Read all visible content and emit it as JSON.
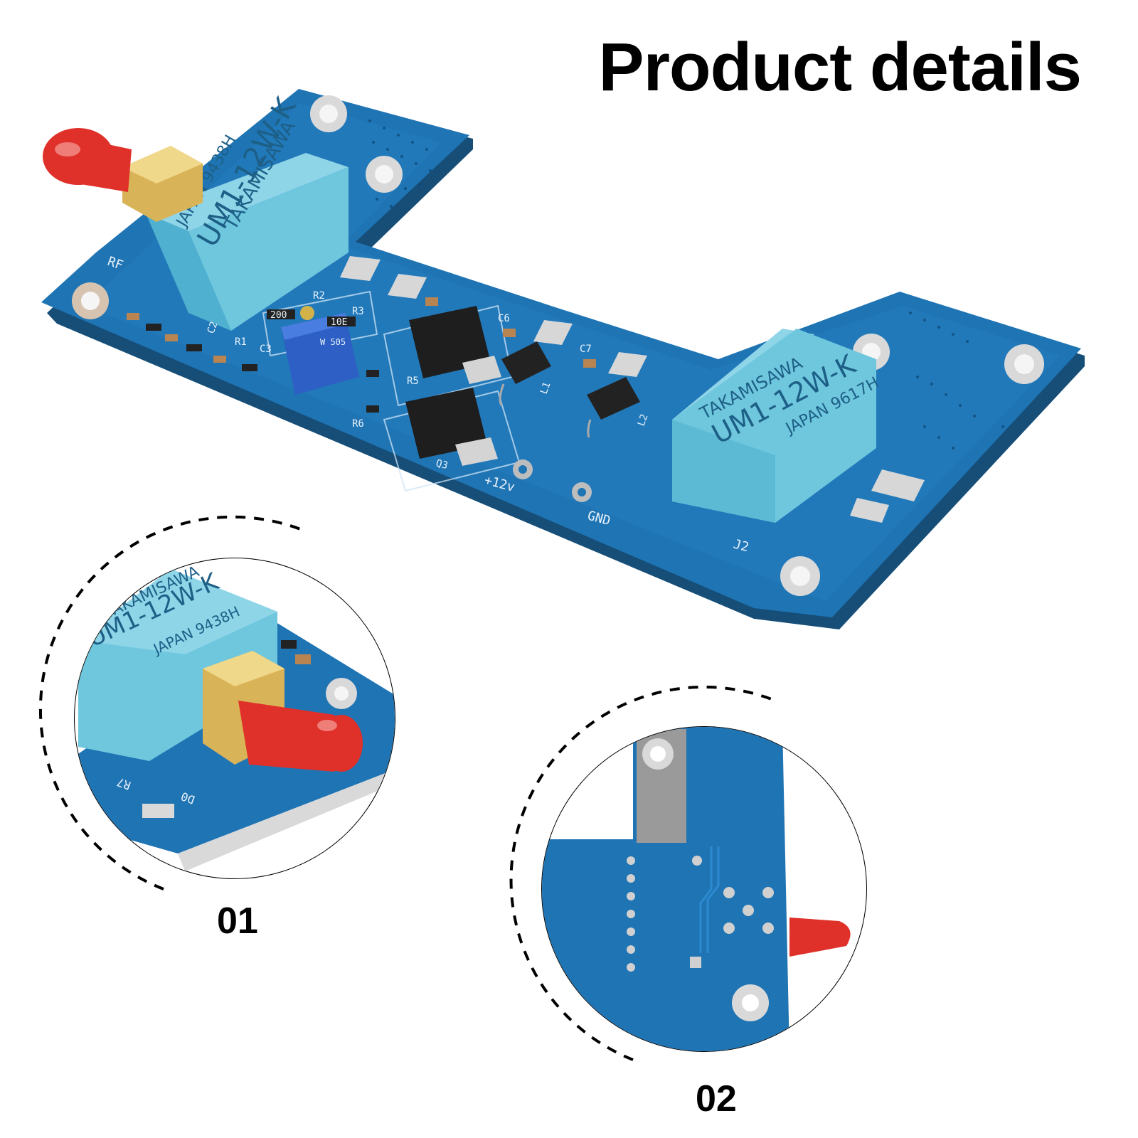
{
  "header": {
    "title": "Product details"
  },
  "callouts": [
    {
      "label": "01"
    },
    {
      "label": "02"
    }
  ],
  "board": {
    "relay_left": {
      "brand": "TAKAMISAWA",
      "model": "UM1-12W-K",
      "origin": "JAPAN 9438H"
    },
    "relay_right": {
      "brand": "TAKAMISAWA",
      "model": "UM1-12W-K",
      "origin": "JAPAN 9617H"
    },
    "silkscreen": {
      "rf": "RF",
      "r2": "R2",
      "r3": "R3",
      "r1": "R1",
      "r5": "R5",
      "r6": "R6",
      "c2": "C2",
      "c3": "C3",
      "c6": "C6",
      "c7": "C7",
      "l1": "L1",
      "l2": "L2",
      "q3": "Q3",
      "plus12v": "+12v",
      "gnd": "GND",
      "j2": "J2",
      "res_200": "200",
      "res_10e": "10E"
    }
  },
  "detail_01": {
    "brand": "TAKAMISAWA",
    "model": "UM1-12W-K",
    "origin": "JAPAN 9438H",
    "r7": "R7",
    "d0": "D0"
  },
  "colors": {
    "pcb": "#1f74b4",
    "pcb_edge": "#1a5f93",
    "relay": "#6fc7de",
    "connector": "#d9b357",
    "cap": "#e0302a",
    "pad": "#d7d7d7"
  }
}
